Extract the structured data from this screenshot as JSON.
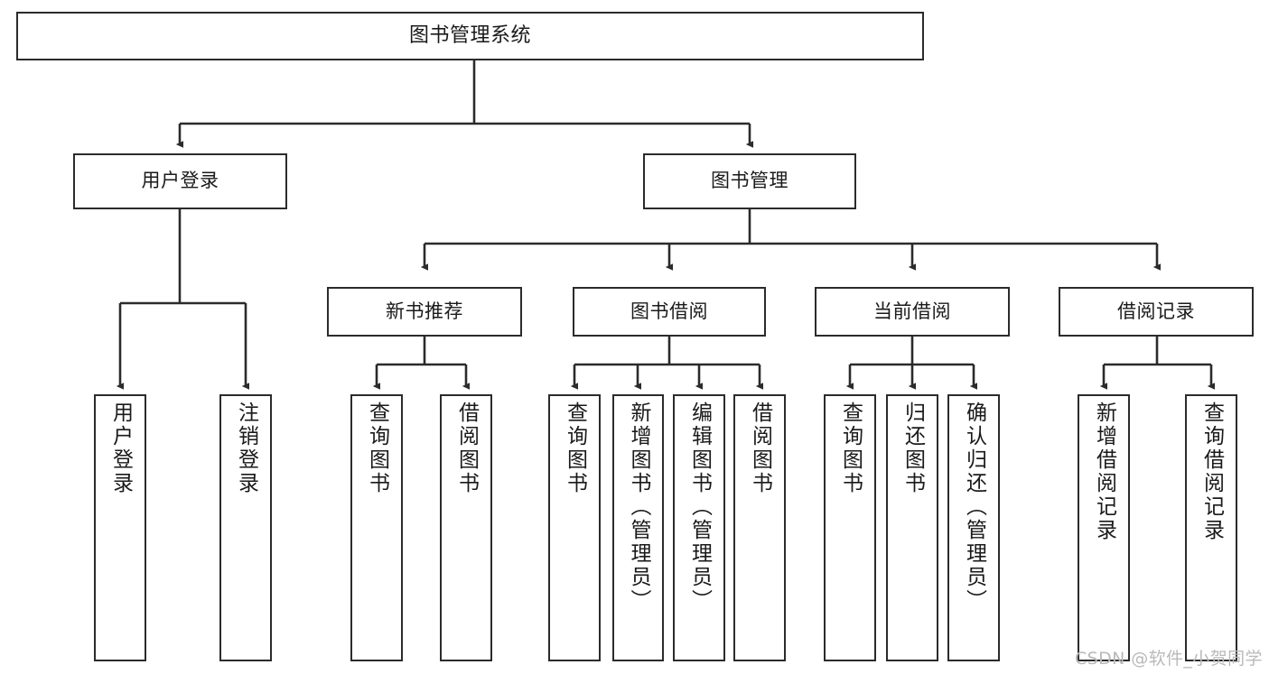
{
  "diagram": {
    "type": "tree-hierarchy",
    "title": "图书管理系统",
    "watermark": "CSDN @软件_小贺同学",
    "colors": {
      "stroke": "#2b2b2b",
      "fill": "#ffffff",
      "text": "#1a1a1a",
      "watermark": "#b9b9b9"
    },
    "levels": [
      {
        "level": 1,
        "nodes": [
          {
            "id": "root",
            "label": "图书管理系统",
            "orientation": "horizontal"
          }
        ]
      },
      {
        "level": 2,
        "nodes": [
          {
            "id": "user-login",
            "label": "用户登录",
            "orientation": "horizontal",
            "parent": "root"
          },
          {
            "id": "book-management",
            "label": "图书管理",
            "orientation": "horizontal",
            "parent": "root"
          }
        ]
      },
      {
        "level": 3,
        "nodes": [
          {
            "id": "new-book-recommend",
            "label": "新书推荐",
            "orientation": "horizontal",
            "parent": "book-management"
          },
          {
            "id": "book-borrow",
            "label": "图书借阅",
            "orientation": "horizontal",
            "parent": "book-management"
          },
          {
            "id": "current-borrow",
            "label": "当前借阅",
            "orientation": "horizontal",
            "parent": "book-management"
          },
          {
            "id": "borrow-record",
            "label": "借阅记录",
            "orientation": "horizontal",
            "parent": "book-management"
          }
        ]
      },
      {
        "level": 4,
        "nodes": [
          {
            "id": "leaf-user-login",
            "label": "用户登录",
            "orientation": "vertical",
            "parent": "user-login"
          },
          {
            "id": "leaf-user-logout",
            "label": "注销登录",
            "orientation": "vertical",
            "parent": "user-login"
          },
          {
            "id": "leaf-query-book-1",
            "label": "查询图书",
            "orientation": "vertical",
            "parent": "new-book-recommend"
          },
          {
            "id": "leaf-borrow-book-1",
            "label": "借阅图书",
            "orientation": "vertical",
            "parent": "new-book-recommend"
          },
          {
            "id": "leaf-query-book-2",
            "label": "查询图书",
            "orientation": "vertical",
            "parent": "book-borrow"
          },
          {
            "id": "leaf-add-book",
            "label": "新增图书（管理员）",
            "orientation": "vertical",
            "parent": "book-borrow"
          },
          {
            "id": "leaf-edit-book",
            "label": "编辑图书（管理员）",
            "orientation": "vertical",
            "parent": "book-borrow"
          },
          {
            "id": "leaf-borrow-book-2",
            "label": "借阅图书",
            "orientation": "vertical",
            "parent": "book-borrow"
          },
          {
            "id": "leaf-query-book-3",
            "label": "查询图书",
            "orientation": "vertical",
            "parent": "current-borrow"
          },
          {
            "id": "leaf-return-book",
            "label": "归还图书",
            "orientation": "vertical",
            "parent": "current-borrow"
          },
          {
            "id": "leaf-confirm-return",
            "label": "确认归还（管理员）",
            "orientation": "vertical",
            "parent": "current-borrow"
          },
          {
            "id": "leaf-add-record",
            "label": "新增借阅记录",
            "orientation": "vertical",
            "parent": "borrow-record"
          },
          {
            "id": "leaf-query-record",
            "label": "查询借阅记录",
            "orientation": "vertical",
            "parent": "borrow-record"
          }
        ]
      }
    ]
  }
}
